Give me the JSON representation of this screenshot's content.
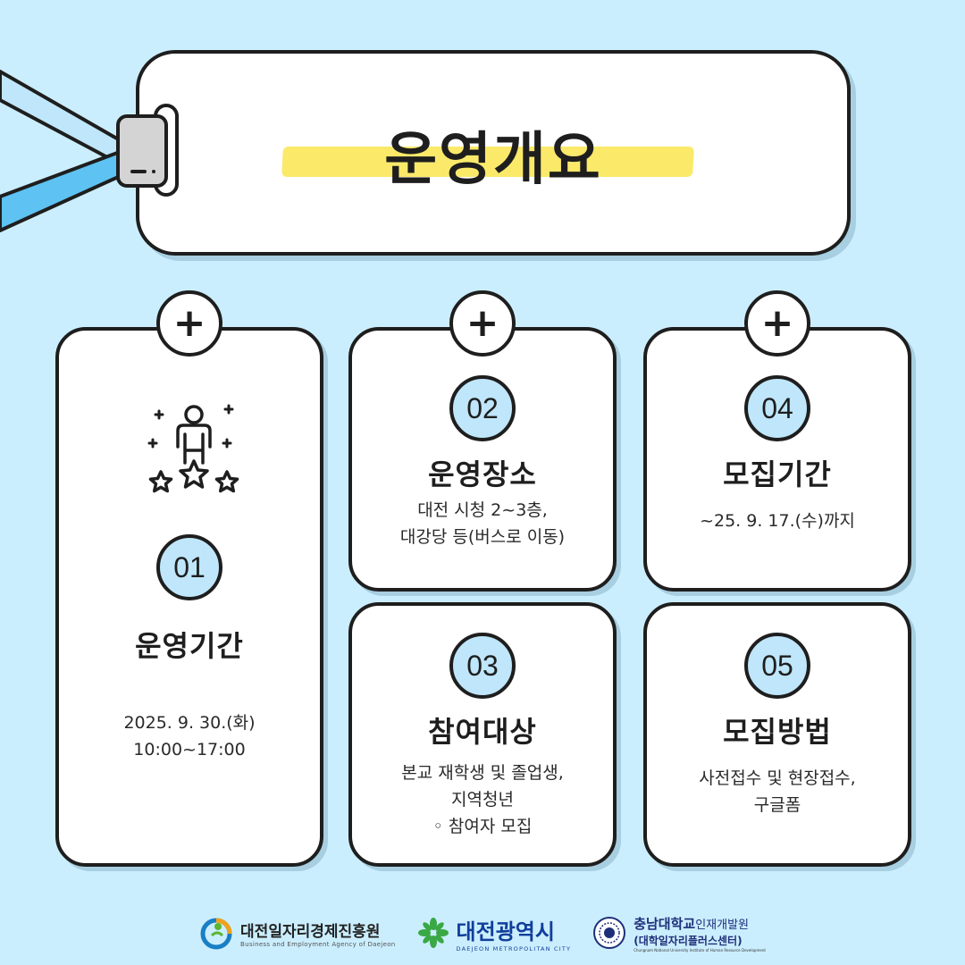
{
  "header": {
    "title": "운영개요"
  },
  "cards": [
    {
      "number": "01",
      "title": "운영기간",
      "lines": [
        "2025. 9. 30.(화)",
        "10:00~17:00"
      ]
    },
    {
      "number": "02",
      "title": "운영장소",
      "lines": [
        "대전 시청 2~3층,",
        "대강당 등(버스로 이동)"
      ]
    },
    {
      "number": "03",
      "title": "참여대상",
      "lines": [
        "본교 재학생 및 졸업생,",
        "지역청년",
        "◦ 참여자 모집"
      ]
    },
    {
      "number": "04",
      "title": "모집기간",
      "lines": [
        "~25. 9. 17.(수)까지"
      ]
    },
    {
      "number": "05",
      "title": "모집방법",
      "lines": [
        "사전접수 및 현장접수,",
        "구글폼"
      ]
    }
  ],
  "plus_symbol": "+",
  "footer": {
    "agency": {
      "name": "대전일자리경제진흥원",
      "sub": "Business and Employment Agency of Daejeon"
    },
    "city": {
      "name": "대전광역시",
      "sub": "DAEJEON METROPOLITAN CITY"
    },
    "university": {
      "name": "충남대학교",
      "name_suffix": "인재개발원",
      "sub": "(대학일자리플러스센터)",
      "tiny": "Chungnam National University   Institute of Human Resource Development"
    }
  },
  "colors": {
    "background": "#cbeefe",
    "accent_highlight": "#fbe96a",
    "number_circle": "#bfe6fa",
    "ribbon": "#5ec2f2"
  }
}
